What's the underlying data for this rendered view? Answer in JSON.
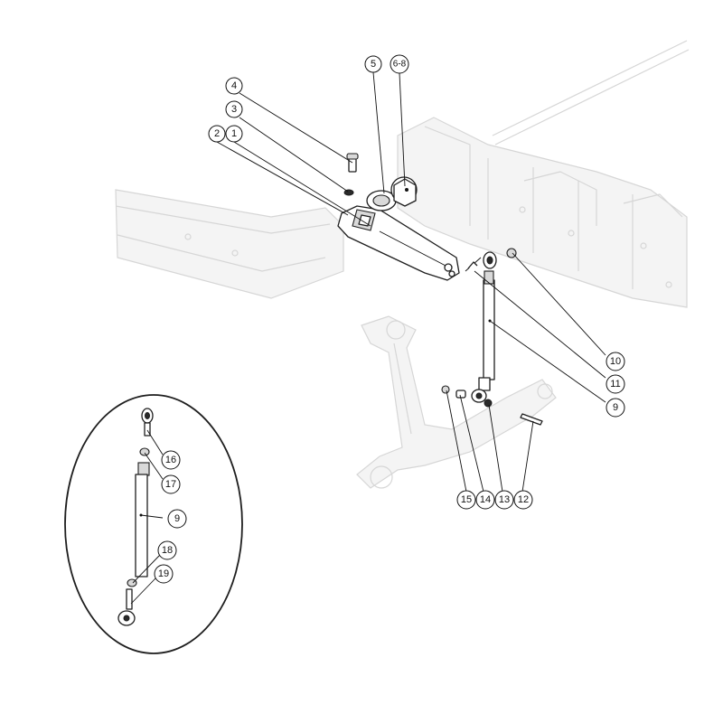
{
  "callouts": {
    "c1": "1",
    "c2": "2",
    "c3": "3",
    "c4": "4",
    "c5": "5",
    "c6_8": "6-8",
    "c9a": "9",
    "c10": "10",
    "c11": "11",
    "c12": "12",
    "c13": "13",
    "c14": "14",
    "c15": "15",
    "c9b": "9",
    "c16": "16",
    "c17": "17",
    "c18": "18",
    "c19": "19"
  }
}
